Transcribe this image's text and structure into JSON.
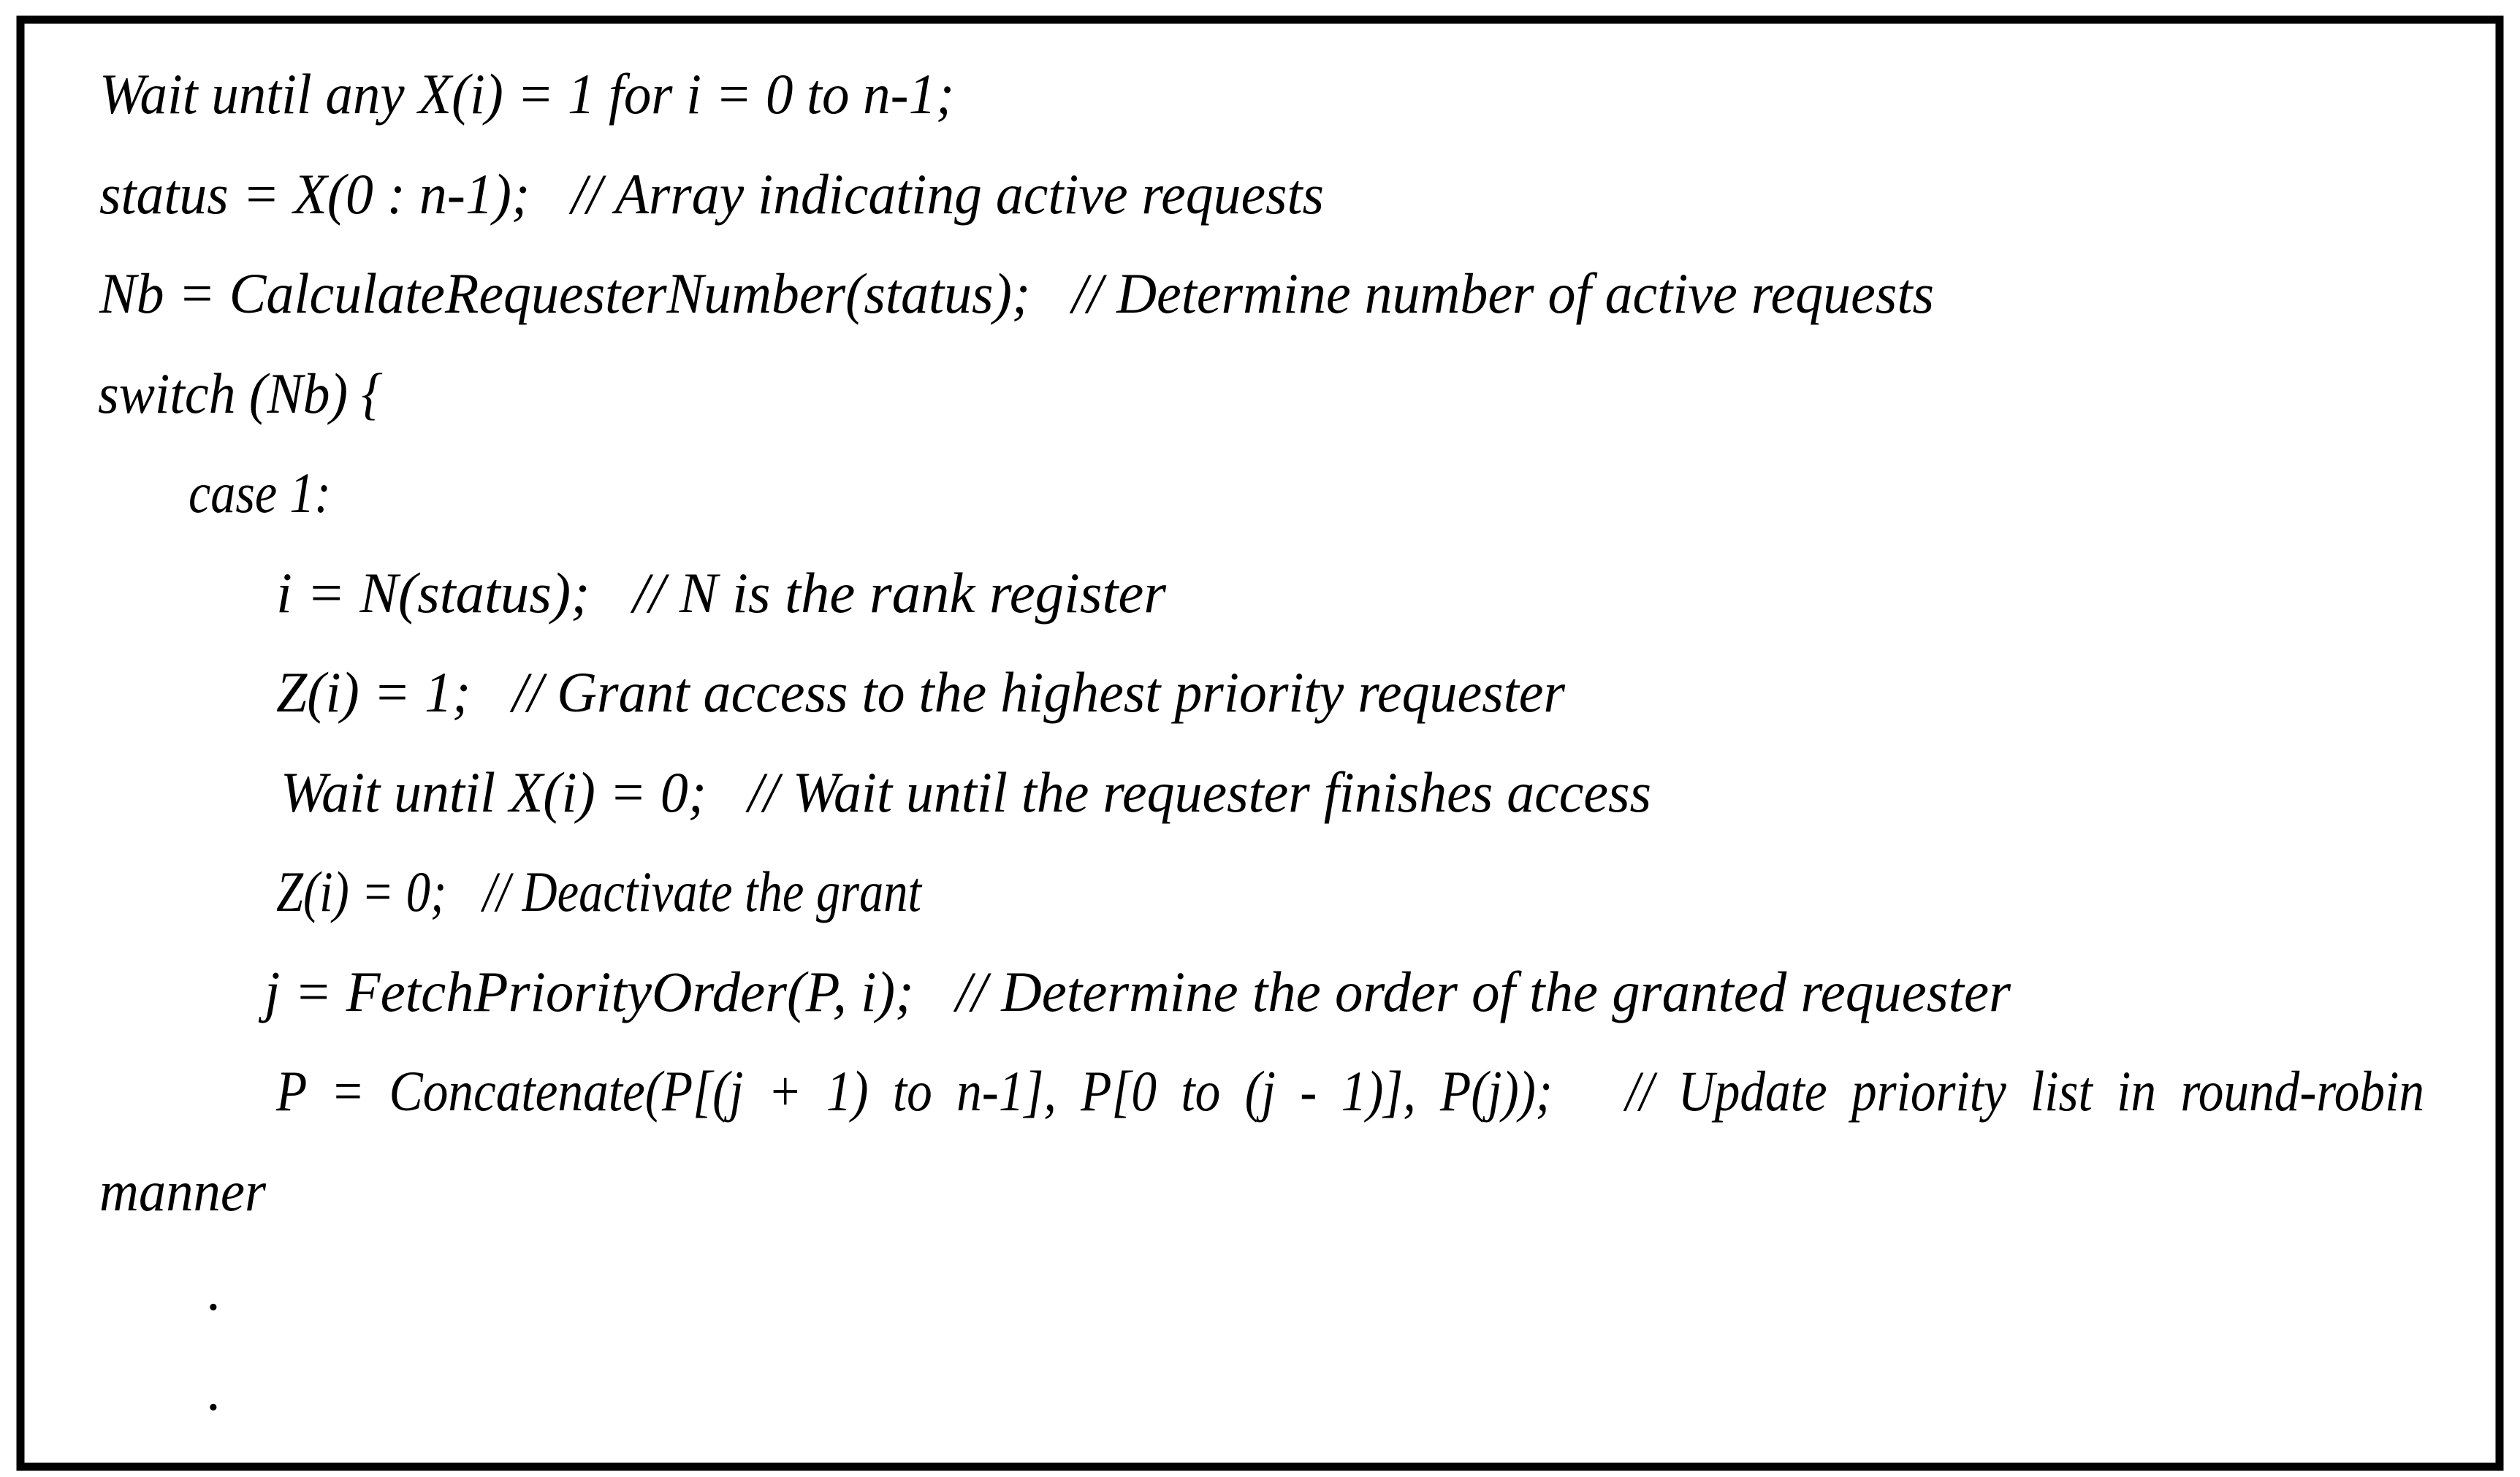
{
  "figure": {
    "kind": "pseudocode-listing",
    "colors": {
      "background": "#ffffff",
      "text": "#000000",
      "border": "#000000"
    },
    "pseudocode": {
      "lines": [
        {
          "role": "statement",
          "text": "Wait until any X(i) = 1 for i = 0 to n-1;"
        },
        {
          "role": "statement",
          "text": "status = X(0 : n-1);   // Array indicating active requests"
        },
        {
          "role": "statement",
          "text": "Nb = CalculateRequesterNumber(status);   // Determine number of active requests"
        },
        {
          "role": "statement",
          "text": "switch (Nb) {"
        },
        {
          "role": "case-label",
          "text": "case 1:"
        },
        {
          "role": "statement",
          "text": "i = N(status);   // N is the rank register"
        },
        {
          "role": "statement",
          "text": "Z(i) = 1;   // Grant access to the highest priority requester"
        },
        {
          "role": "statement",
          "text": "Wait until X(i) = 0;   // Wait until the requester finishes access"
        },
        {
          "role": "statement",
          "text": "Z(i) = 0;   // Deactivate the grant"
        },
        {
          "role": "statement",
          "text": "j = FetchPriorityOrder(P, i);   // Determine the order of the granted requester"
        },
        {
          "role": "statement",
          "text": "P = Concatenate(P[(j + 1) to n-1], P[0 to (j - 1)], P(j));   // Update priority list in round-robin"
        },
        {
          "role": "wrap",
          "text": "manner"
        },
        {
          "role": "ellipsis-dot",
          "text": "."
        },
        {
          "role": "ellipsis-dot",
          "text": "."
        }
      ]
    }
  }
}
